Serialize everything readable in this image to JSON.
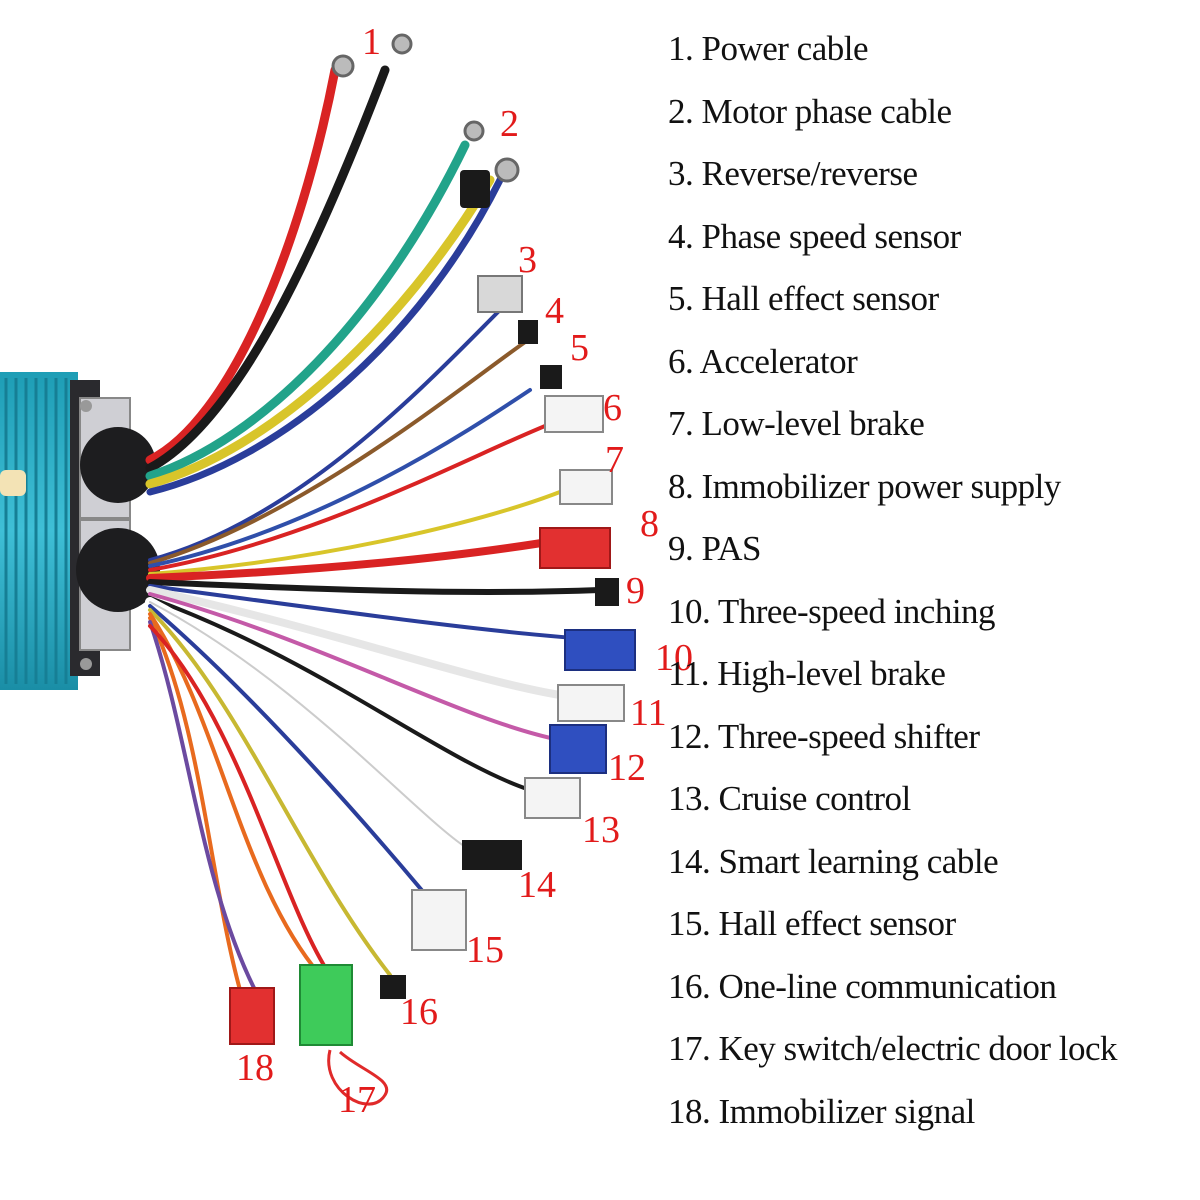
{
  "colors": {
    "controller_body": "#2aa7bf",
    "callout": "#e21b1b"
  },
  "legend": [
    {
      "number": "1",
      "text": "1. Power cable"
    },
    {
      "number": "2",
      "text": "2. Motor phase cable"
    },
    {
      "number": "3",
      "text": "3. Reverse/reverse"
    },
    {
      "number": "4",
      "text": "4. Phase speed sensor"
    },
    {
      "number": "5",
      "text": "5. Hall effect sensor"
    },
    {
      "number": "6",
      "text": "6. Accelerator"
    },
    {
      "number": "7",
      "text": "7. Low-level brake"
    },
    {
      "number": "8",
      "text": "8. Immobilizer power supply"
    },
    {
      "number": "9",
      "text": "9. PAS"
    },
    {
      "number": "10",
      "text": "10. Three-speed inching"
    },
    {
      "number": "11",
      "text": "11. High-level brake"
    },
    {
      "number": "12",
      "text": "12. Three-speed shifter"
    },
    {
      "number": "13",
      "text": "13. Cruise control"
    },
    {
      "number": "14",
      "text": "14. Smart learning cable"
    },
    {
      "number": "15",
      "text": "15. Hall effect sensor"
    },
    {
      "number": "16",
      "text": "16. One-line communication"
    },
    {
      "number": "17",
      "text": "17. Key switch/electric door lock"
    },
    {
      "number": "18",
      "text": "18. Immobilizer signal"
    }
  ]
}
